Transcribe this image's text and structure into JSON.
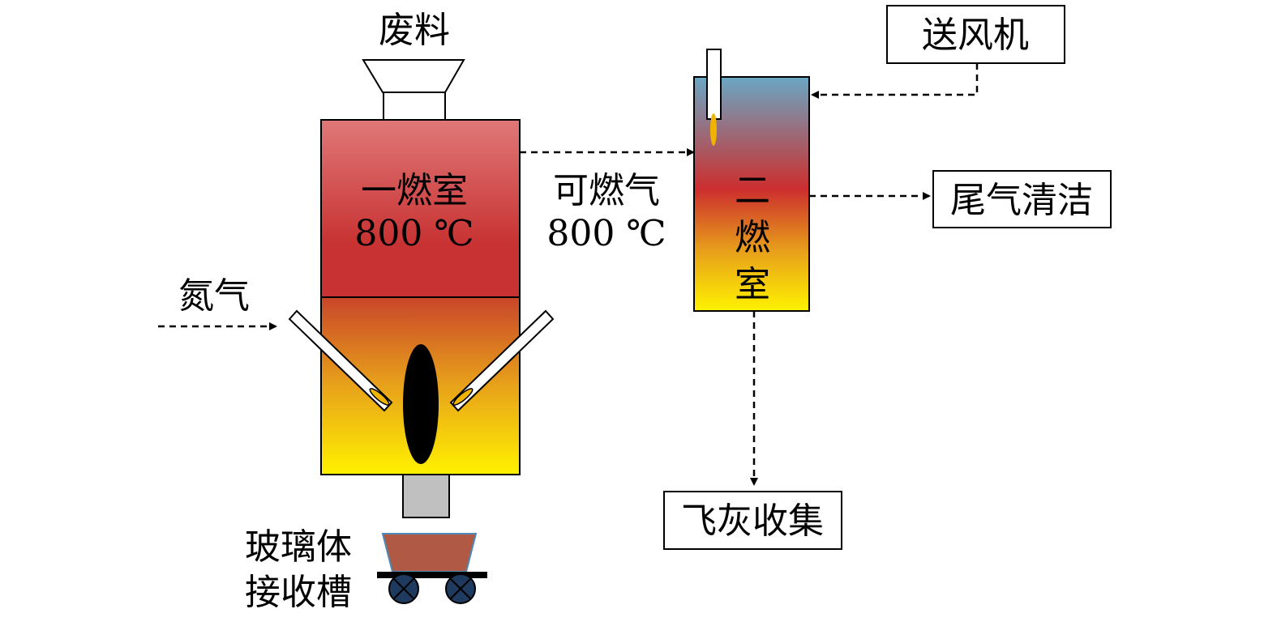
{
  "hopper_label": "废料",
  "primary_chamber": {
    "name": "一燃室",
    "temp": "800 ℃"
  },
  "gas_flow": {
    "name": "可燃气",
    "temp": "800 ℃"
  },
  "nitrogen_label": "氮气",
  "secondary_chamber": {
    "chars": [
      "二",
      "燃",
      "室"
    ]
  },
  "blower_label": "送风机",
  "exhaust_label": "尾气清洁",
  "fly_ash_label": "飞灰收集",
  "glass_tank": {
    "line1": "玻璃体",
    "line2": "接收槽"
  },
  "colors": {
    "primary_top": "#e07878",
    "primary_mid": "#c83232",
    "lower_top": "#c8452a",
    "lower_mid": "#e8a21a",
    "lower_bottom": "#fff200",
    "secondary_top": "#6aa7c4",
    "secondary_mid": "#cc2e2e",
    "secondary_bottom": "#fff200",
    "cart_body": "#b05a45",
    "wheel": "#1f3a5f",
    "outlet": "#c0c0c0"
  }
}
